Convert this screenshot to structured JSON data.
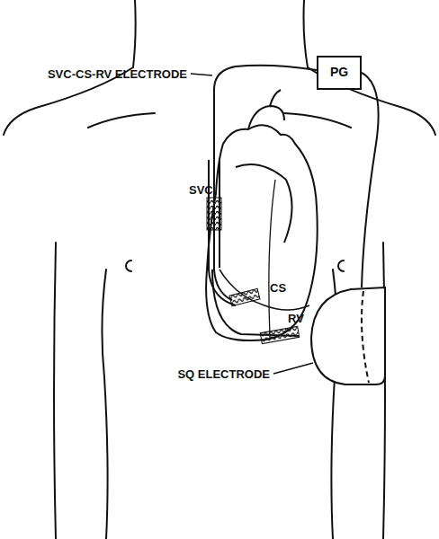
{
  "diagram": {
    "nodes": [
      {
        "text": [
          "PG"
        ]
      }
    ],
    "labels": [
      "SVC-CS-RV ELECTRODE",
      "SVC",
      "CS",
      "RV",
      "SQ ELECTRODE"
    ]
  }
}
